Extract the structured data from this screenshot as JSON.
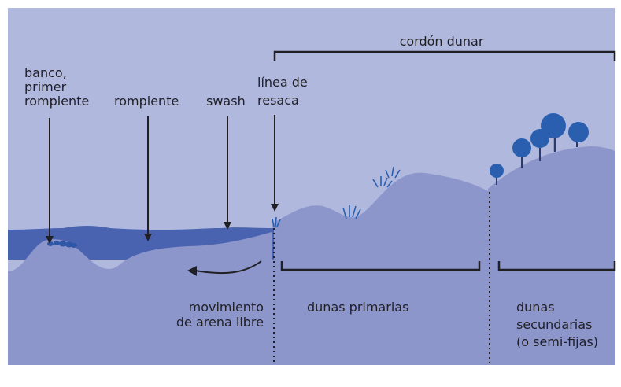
{
  "labels": {
    "cordon_dunar": "cordón dunar",
    "banco_1": "banco,",
    "banco_2": "primer",
    "banco_3": "rompiente",
    "rompiente": "rompiente",
    "swash": "swash",
    "linea_1": "línea de",
    "linea_2": "resaca",
    "movimiento_1": "movimiento",
    "movimiento_2": "de arena libre",
    "dunas_primarias": "dunas primarias",
    "dunas_sec_1": "dunas",
    "dunas_sec_2": "secundarias",
    "dunas_sec_3": "(o semi-fijas)"
  },
  "colors": {
    "sky": "#b1b8de",
    "land": "#8c96cb",
    "land_light": "#9ea7d6",
    "water": "#5a6fb8",
    "water_dark": "#4a63b0",
    "vegetation": "#2a5fb0",
    "tree_trunk": "#2a3a6a",
    "ink": "#1f1f24"
  }
}
